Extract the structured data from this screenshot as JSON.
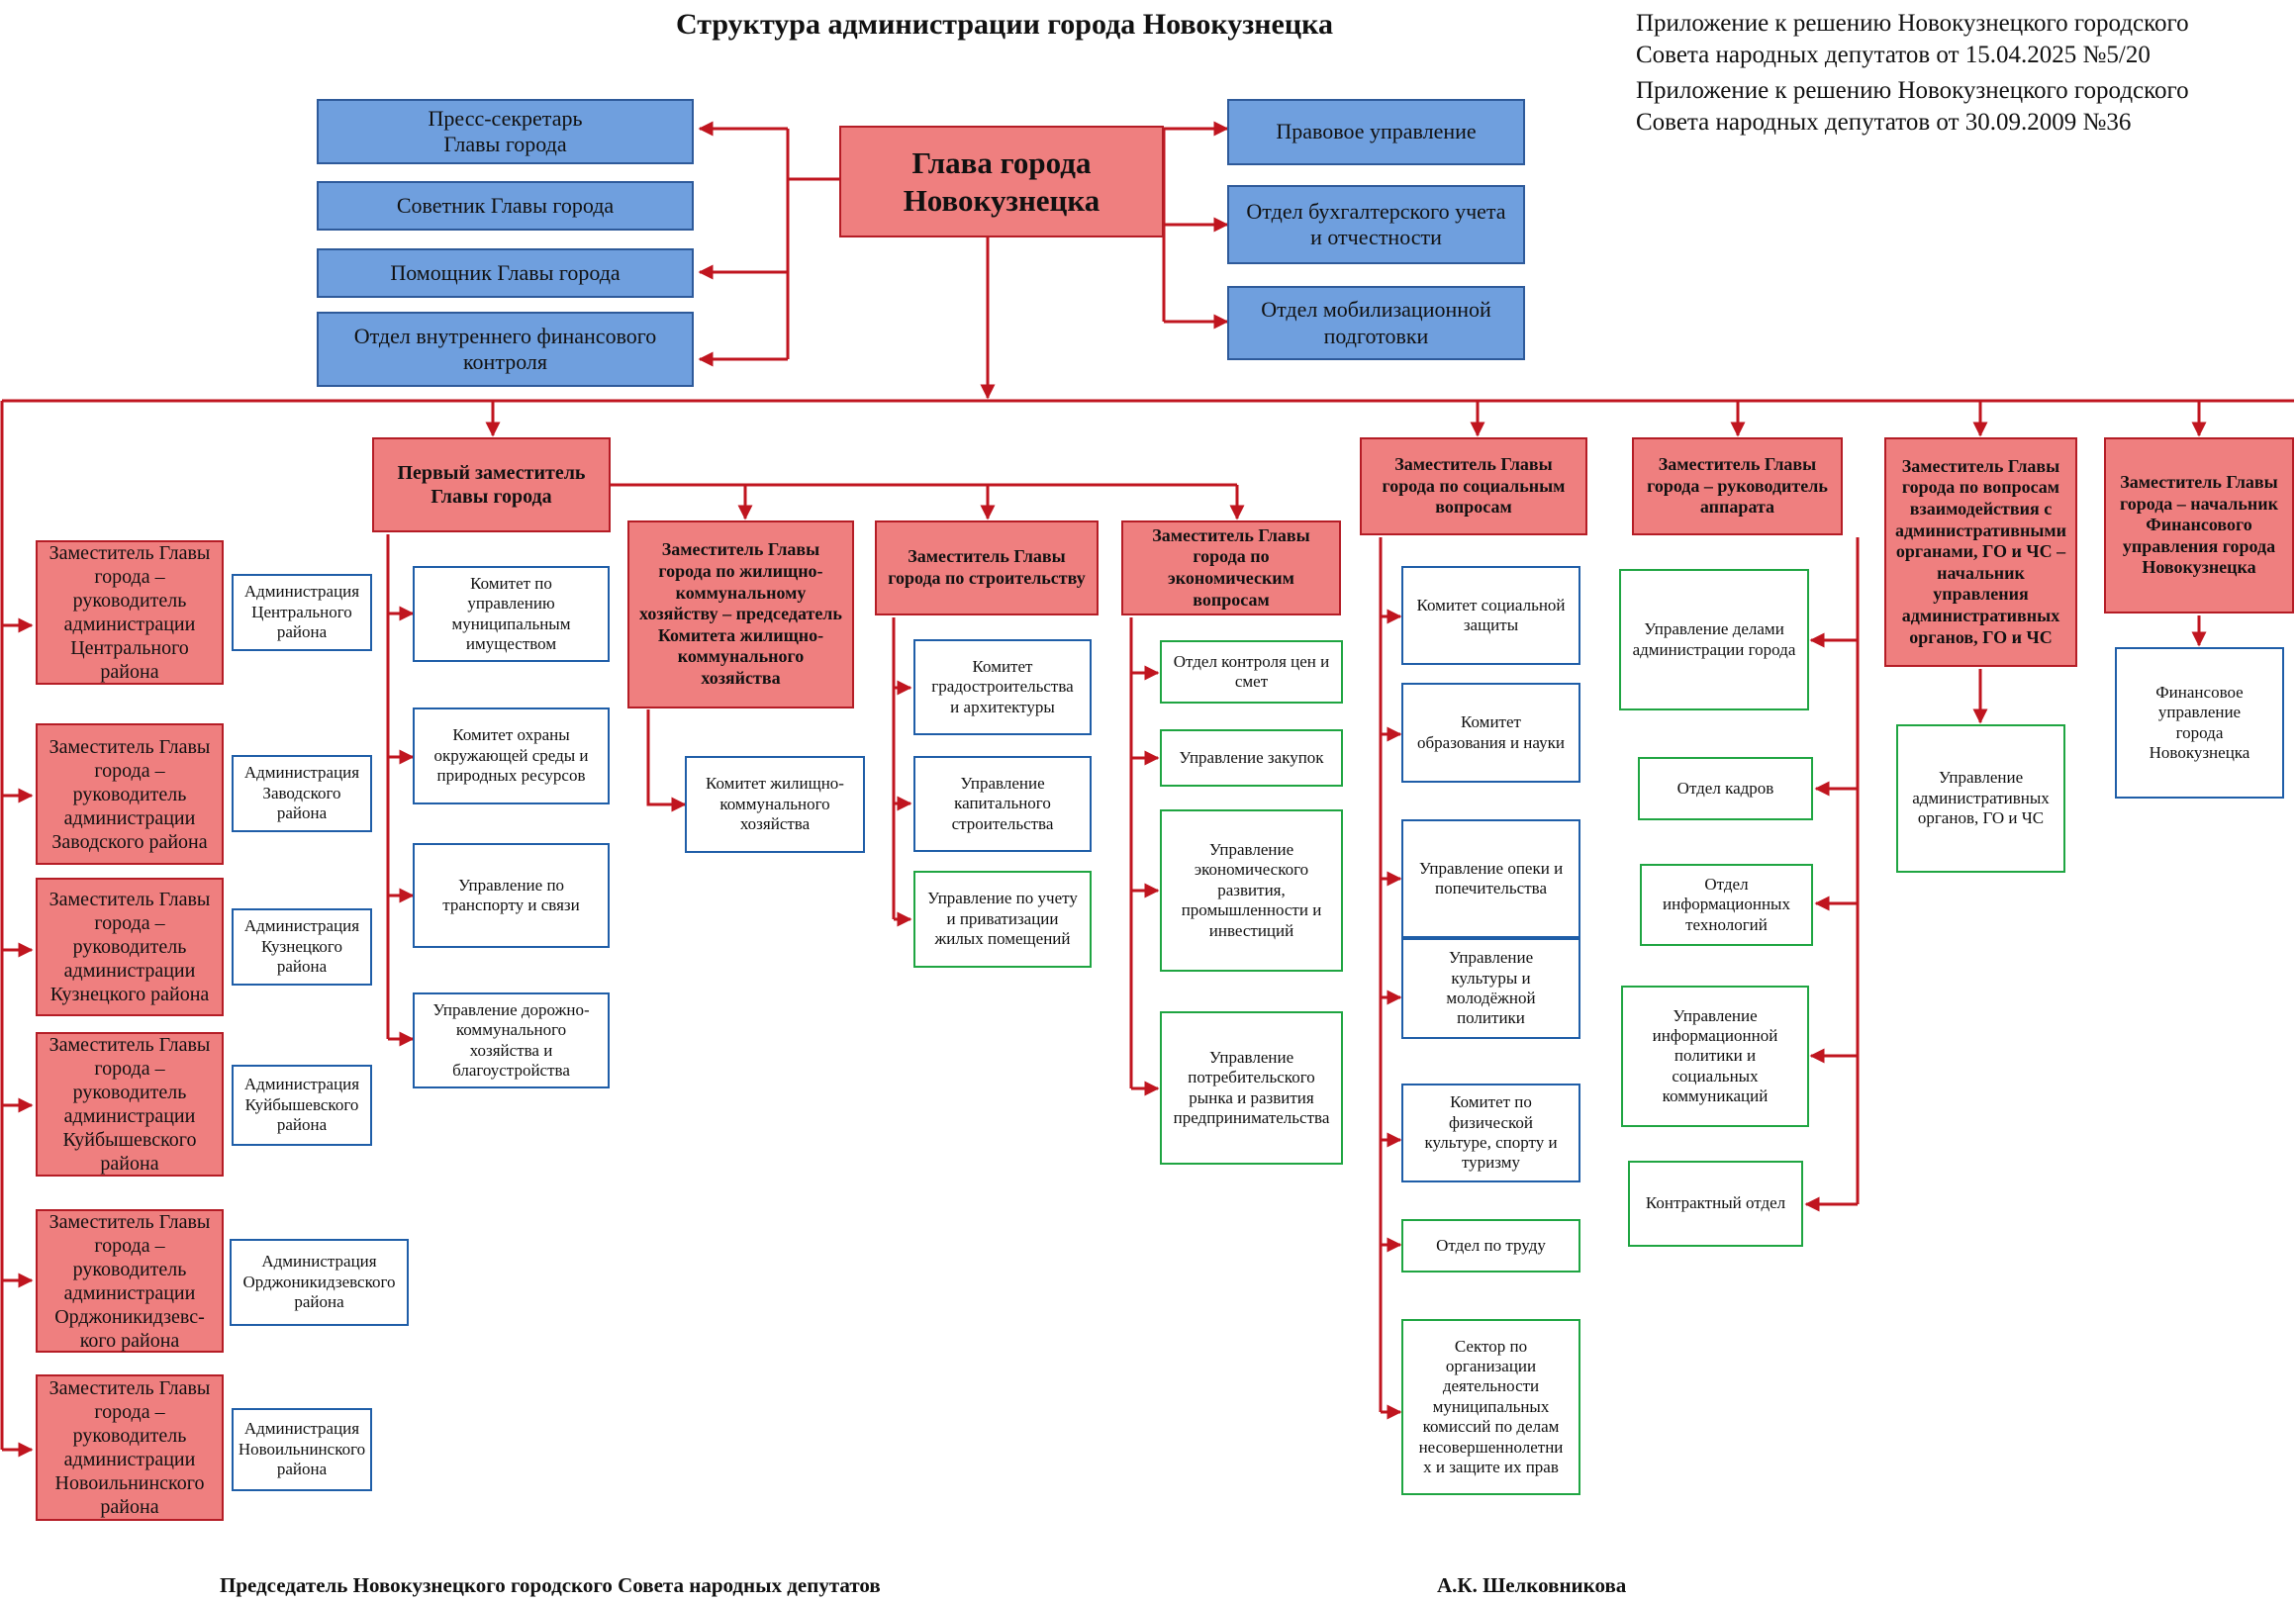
{
  "title": "Структура администрации города Новокузнецка",
  "annex": [
    "Приложение к решению Новокузнецкого городского",
    "Совета народных депутатов от 15.04.2025 №5/20",
    "Приложение  к решению Новокузнецкого городского",
    "Совета народных депутатов от 30.09.2009  №36"
  ],
  "head": "Глава города\nНовокузнецка",
  "left_units": [
    "Пресс-секретарь\nГлавы города",
    "Советник Главы города",
    "Помощник Главы города",
    "Отдел внутреннего финансового\nконтроля"
  ],
  "right_units": [
    "Правовое управление",
    "Отдел бухгалтерского учета\nи отчестности",
    "Отдел мобилизационной\nподготовки"
  ],
  "district_deputies": [
    "Заместитель Главы\nгорода –\nруководитель\nадминистрации\nЦентрального\nрайона",
    "Заместитель Главы\nгорода –\nруководитель\nадминистрации\nЗаводского района",
    "Заместитель Главы\nгорода –\nруководитель\nадминистрации\nКузнецкого района",
    "Заместитель Главы\nгорода –\nруководитель\nадминистрации\nКуйбышевского\nрайона",
    "Заместитель Главы\nгорода –\nруководитель\nадминистрации\nОрджоникидзевс-\nкого района",
    "Заместитель Главы\nгорода –\nруководитель\nадминистрации\nНовоильнинского\nрайона"
  ],
  "district_admins": [
    "Администрация\nЦентрального\nрайона",
    "Администрация\nЗаводского\nрайона",
    "Администрация\nКузнецкого\nрайона",
    "Администрация\nКуйбышевского\nрайона",
    "Администрация\nОрджоникидзевского\nрайона",
    "Администрация\nНовоильнинского\nрайона"
  ],
  "first_deputy": {
    "title": "Первый заместитель\nГлавы города",
    "units": [
      "Комитет по\nуправлению\nмуниципальным\nимуществом",
      "Комитет охраны\nокружающей среды и\nприродных ресурсов",
      "Управление по\nтранспорту и связи",
      "Управление дорожно-\nкоммунального\nхозяйства и\nблагоустройства"
    ]
  },
  "housing_deputy": {
    "title": "Заместитель Главы\nгорода по жилищно-\nкоммунальному\nхозяйству – председатель\nКомитета жилищно-\nкоммунального\nхозяйства",
    "units": [
      "Комитет жилищно-\nкоммунального\nхозяйства"
    ]
  },
  "construction_deputy": {
    "title": "Заместитель Главы\nгорода по строительству",
    "units": [
      "Комитет\nградостроительства\nи архитектуры",
      "Управление\nкапитального\nстроительства",
      "Управление по учету\nи приватизации\nжилых помещений"
    ]
  },
  "economy_deputy": {
    "title": "Заместитель Главы\nгорода по\nэкономическим\nвопросам",
    "units": [
      "Отдел контроля цен и\nсмет",
      "Управление закупок",
      "Управление\nэкономического\nразвития,\nпромышленности и\nинвестиций",
      "Управление\nпотребительского\nрынка и развития\nпредпринимательства"
    ]
  },
  "social_deputy": {
    "title": "Заместитель Главы\nгорода по социальным\nвопросам",
    "units": [
      "Комитет социальной\nзащиты",
      "Комитет\nобразования и науки",
      "Управление опеки и\nпопечительства",
      "Управление\nкультуры и\nмолодёжной\nполитики",
      "Комитет по\nфизической\nкультуре, спорту и\nтуризму",
      "Отдел по труду",
      "Сектор по\nорганизации\nдеятельности\nмуниципальных\nкомиссий по делам\nнесовершеннолетни\nх и защите их прав"
    ]
  },
  "apparatus_deputy": {
    "title": "Заместитель Главы\nгорода – руководитель\nаппарата",
    "units": [
      "Управление  делами\nадминистрации города",
      "Отдел кадров",
      "Отдел\nинформационных\nтехнологий",
      "Управление\nинформационной\nполитики и\nсоциальных\nкоммуникаций",
      "Контрактный отдел"
    ]
  },
  "civil_defense_deputy": {
    "title": "Заместитель Главы\nгорода по вопросам\nвзаимодействия с\nадминистративными\nорганами, ГО и ЧС –\nначальник\nуправления\nадминистративных\nорганов, ГО и ЧС",
    "units": [
      "Управление\nадминистративных\nорганов, ГО и ЧС"
    ]
  },
  "finance_deputy": {
    "title": "Заместитель Главы\nгорода – начальник\nФинансового\nуправления города\nНовокузнецка",
    "units": [
      "Финансовое\nуправление\nгорода\nНовокузнецка"
    ]
  },
  "footer": {
    "left": "Председатель Новокузнецкого городского Совета народных депутатов",
    "right": "А.К. Шелковникова"
  },
  "colors": {
    "line": "#c0151f",
    "red_fill": "#ef7f7f",
    "blue_fill": "#6f9fde",
    "blue_border": "#1f5ea8",
    "green_border": "#1fa542"
  }
}
